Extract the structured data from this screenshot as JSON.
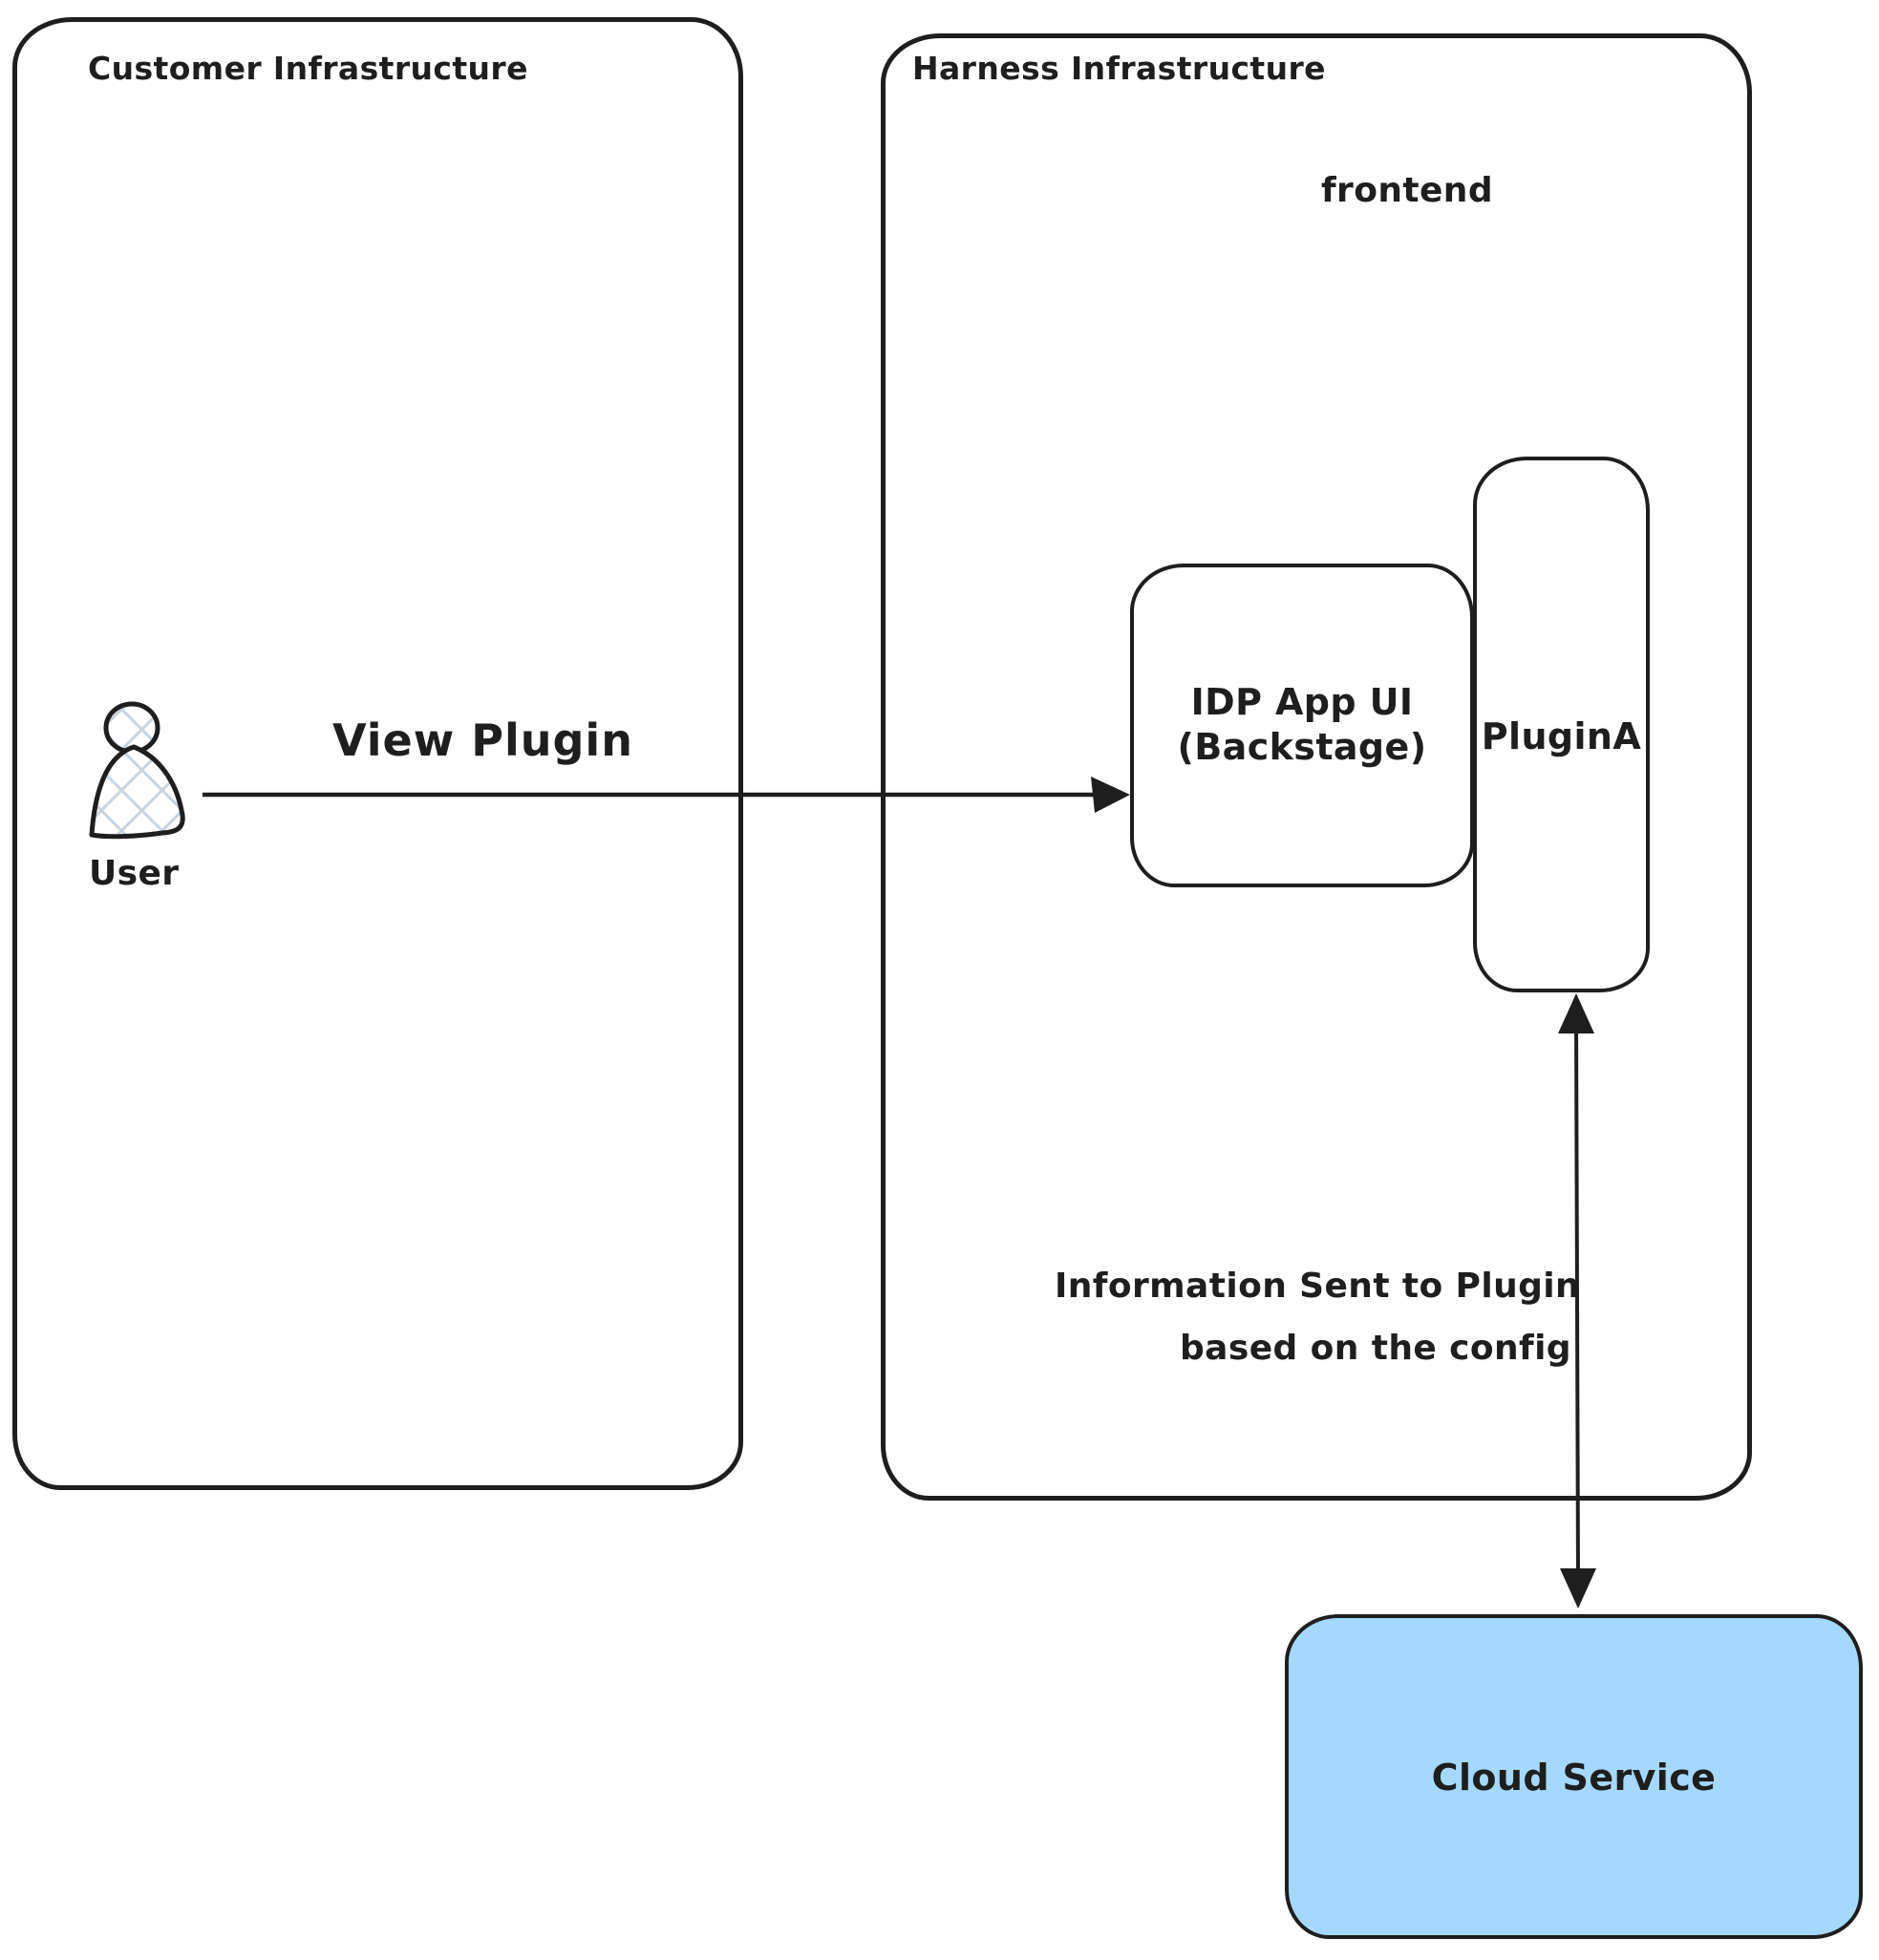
{
  "diagram": {
    "customer": {
      "label": "Customer Infrastructure"
    },
    "harness": {
      "label": "Harness Infrastructure",
      "frontend_label": "frontend"
    },
    "user": {
      "label": "User"
    },
    "view_plugin_arrow": {
      "label": "View Plugin"
    },
    "idp": {
      "line1": "IDP App UI",
      "line2": "(Backstage)"
    },
    "plugin": {
      "label": "PluginA"
    },
    "info_arrow": {
      "line1": "Information Sent to Plugin",
      "line2": "based on the config"
    },
    "cloud": {
      "label": "Cloud Service"
    },
    "colors": {
      "stroke": "#1e1e1e",
      "cloud_fill": "#a5d8ff",
      "hatch": "#c9d3de",
      "background": "#ffffff"
    }
  }
}
